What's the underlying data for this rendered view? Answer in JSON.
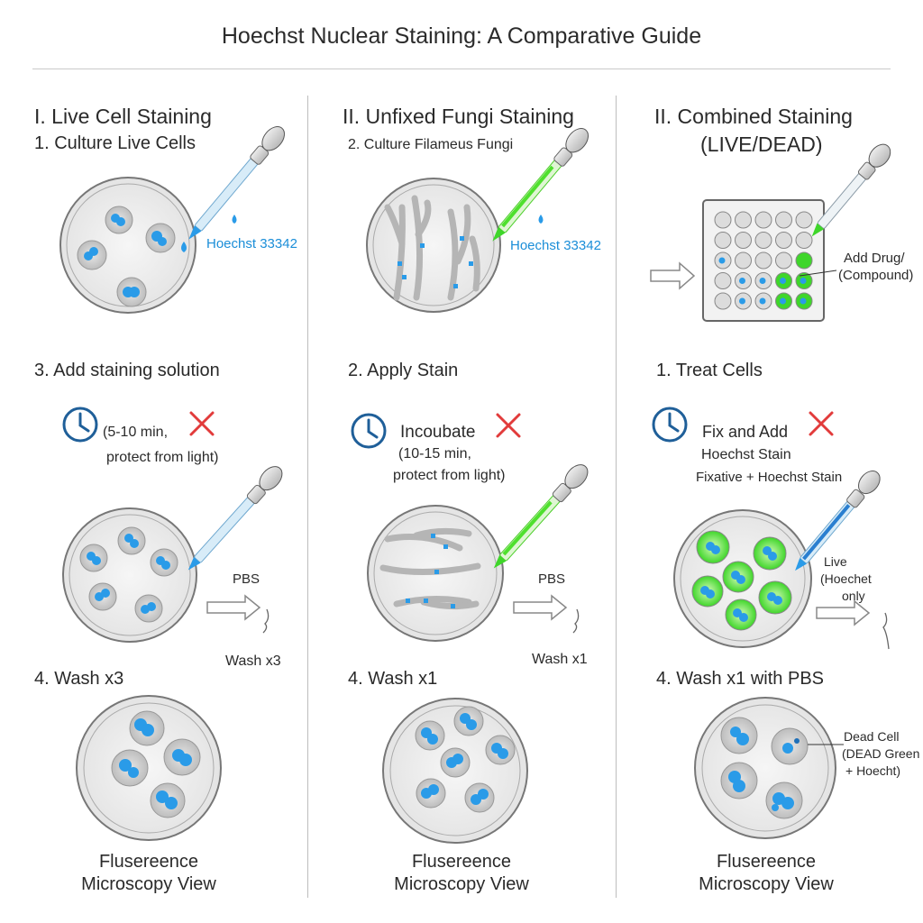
{
  "title": "Hoechst Nuclear Staining: A Comparative Guide",
  "columns": [
    {
      "heading": "I. Live Cell Staining",
      "step1": "1. Culture Live Cells",
      "stain_label": "Hoechst 33342",
      "step2": "3. Add staining solution",
      "timer_line1": "(5-10 min,",
      "timer_line2": "protect from light)",
      "pbs": "PBS",
      "wash_note": "Wash x3",
      "step3": "4. Wash x3",
      "footer_line1": "Flusereence",
      "footer_line2": "Microscopy View"
    },
    {
      "heading": "II. Unfixed Fungi Staining",
      "step1": "2. Culture Filameus Fungi",
      "stain_label": "Hoechst 33342",
      "step2": "2. Apply Stain",
      "timer_line0": "Incoubate",
      "timer_line1": "(10-15 min,",
      "timer_line2": "protect from light)",
      "pbs": "PBS",
      "wash_note": "Wash x1",
      "step3": "4. Wash x1",
      "footer_line1": "Flusereence",
      "footer_line2": "Microscopy View"
    },
    {
      "heading_line1": "II. Combined Staining",
      "heading_line2": "(LIVE/DEAD)",
      "drug_line1": "Add Drug/",
      "drug_line2": "(Compound)",
      "step2": "1. Treat Cells",
      "timer_line1": "Fix and Add",
      "timer_line2": "Hoechst Stain",
      "timer_line3": "Fixative + Hoechst Stain",
      "live_line1": "Live",
      "live_line2": "(Hoechet",
      "live_line3": "only",
      "step3": "4. Wash x1 with PBS",
      "dead_line1": "Dead Cell",
      "dead_line2": "(DEAD Green",
      "dead_line3": "+ Hoecht)",
      "footer_line1": "Flusereence",
      "footer_line2": "Microscopy View"
    }
  ],
  "colors": {
    "nucleus": "#2a9be8",
    "dead_green": "#3fd62a",
    "cancel_red": "#e23b3b",
    "clock_blue": "#1f5f99",
    "label_blue": "#1b8ed8"
  }
}
